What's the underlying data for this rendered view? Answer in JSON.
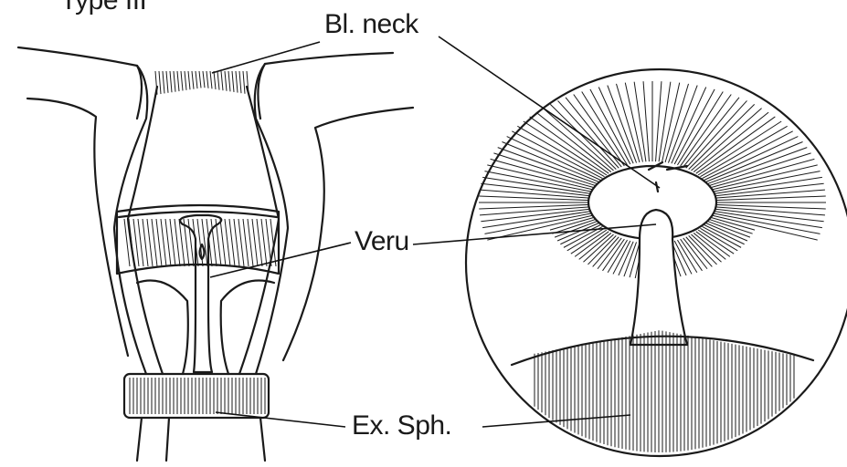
{
  "figure": {
    "heading": "Type III",
    "labels": {
      "bladder_neck": "Bl. neck",
      "veru": "Veru",
      "external_sphincter": "Ex. Sph."
    },
    "colors": {
      "ink": "#1a1a1a",
      "background": "#ffffff"
    }
  }
}
